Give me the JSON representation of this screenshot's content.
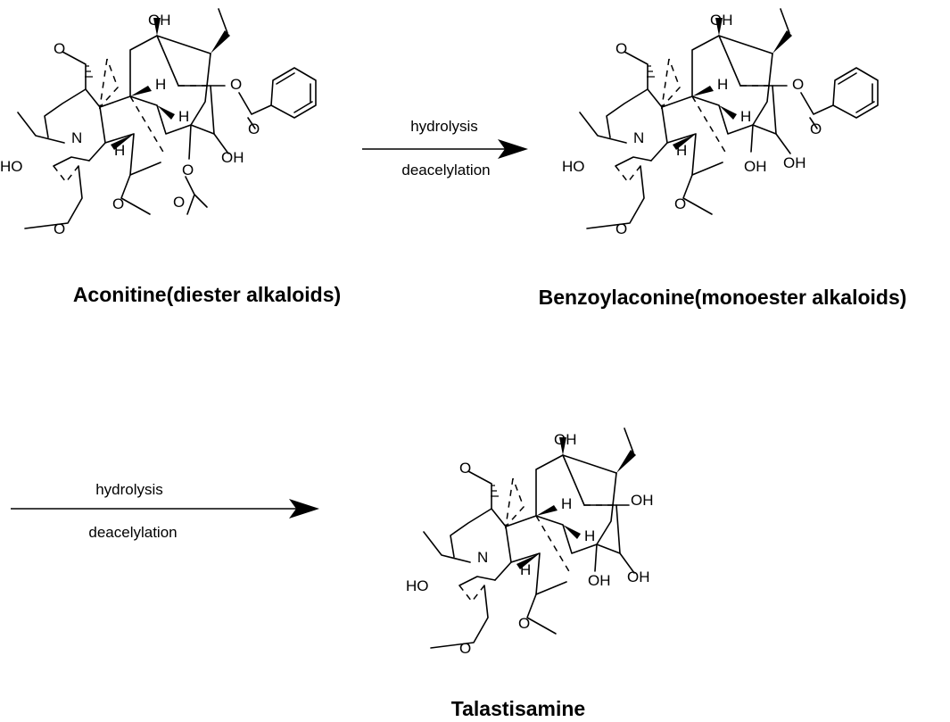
{
  "reaction_1": {
    "above": "hydrolysis",
    "below": "deacelylation"
  },
  "reaction_2": {
    "above": "hydrolysis",
    "below": "deacelylation"
  },
  "compounds": [
    {
      "name": "Aconitine(diester alkaloids)"
    },
    {
      "name": "Benzoylaconine(monoester alkaloids)"
    },
    {
      "name": "Talastisamine"
    }
  ],
  "atoms": {
    "oh": "OH",
    "ho": "HO",
    "h": "H",
    "n": "N",
    "o": "O",
    "o_oh": "OH"
  }
}
